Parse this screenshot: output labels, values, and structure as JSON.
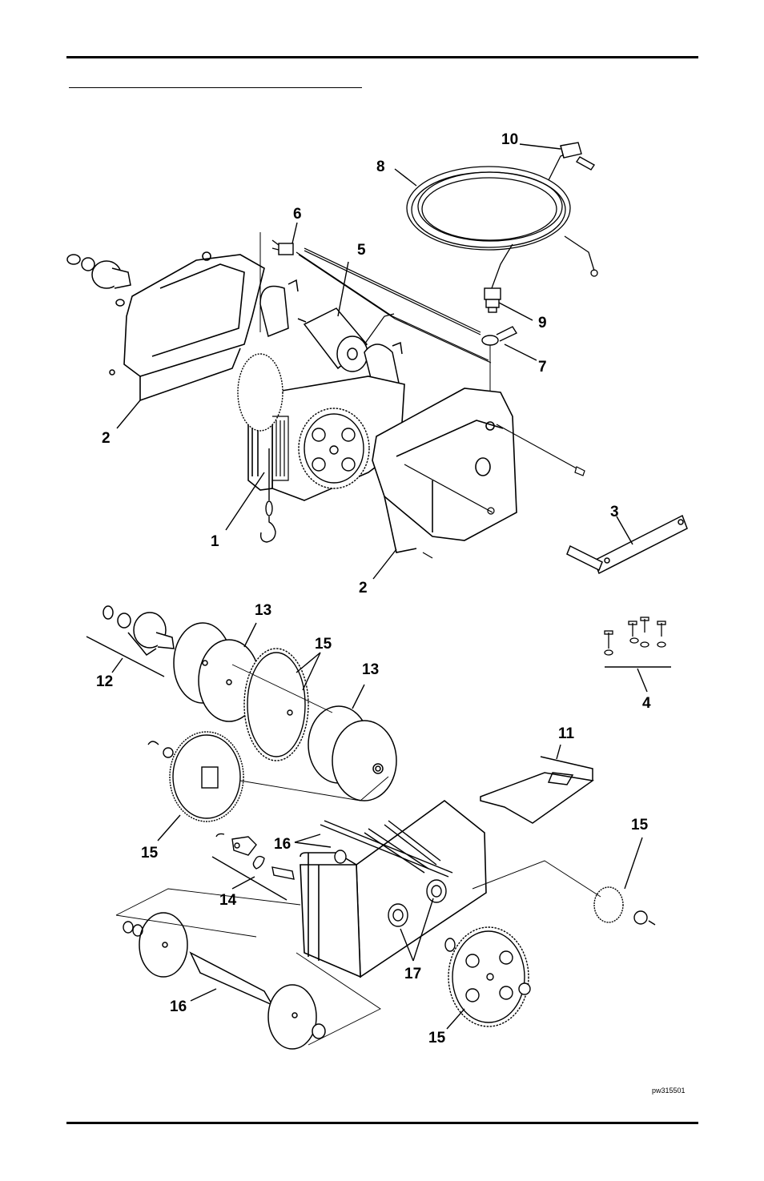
{
  "figure_id": "pw315501",
  "callouts": {
    "c1": "1",
    "c2a": "2",
    "c2b": "2",
    "c3": "3",
    "c4": "4",
    "c5": "5",
    "c6": "6",
    "c7": "7",
    "c8": "8",
    "c9": "9",
    "c10": "10",
    "c11": "11",
    "c12": "12",
    "c13a": "13",
    "c13b": "13",
    "c14": "14",
    "c15a": "15",
    "c15b": "15",
    "c15c": "15",
    "c15d": "15",
    "c16a": "16",
    "c16b": "16",
    "c17": "17"
  }
}
